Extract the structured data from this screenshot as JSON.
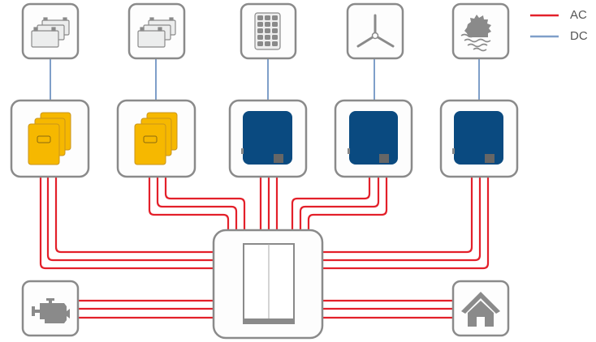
{
  "legend": {
    "ac_label": "AC",
    "dc_label": "DC"
  },
  "colors": {
    "ac": "#e3202a",
    "dc": "#7f9fc9",
    "battery_inverter": "#f6b800",
    "pv_inverter": "#0a4a80",
    "icon_gray": "#8a8a8a"
  },
  "nodes": {
    "sources": [
      "battery-bank",
      "battery-bank",
      "solar-panel",
      "wind-turbine",
      "hydro-turbine"
    ],
    "inverters": [
      "battery-inverter-cluster",
      "battery-inverter-cluster",
      "pv-inverter",
      "wind-inverter",
      "hydro-inverter"
    ],
    "center": "ac-distribution-cabinet",
    "generator": "generator",
    "load": "house"
  }
}
